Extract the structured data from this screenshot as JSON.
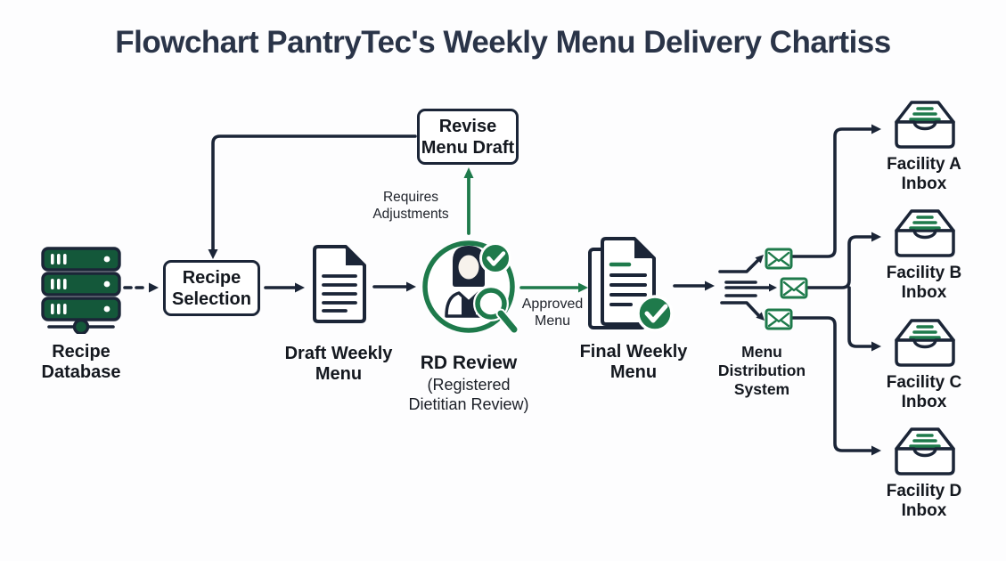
{
  "title": "Flowchart PantryTec's Weekly Menu Delivery Chartiss",
  "colors": {
    "line_navy": "#1b2537",
    "title_navy": "#2a3448",
    "accent_green": "#1e7a4b",
    "server_green_fill": "#14583a",
    "background": "#fdfdfe",
    "box_fill": "#ffffff"
  },
  "nodes": {
    "recipe_database": {
      "label": "Recipe\nDatabase"
    },
    "recipe_selection": {
      "label": "Recipe\nSelection"
    },
    "draft_weekly_menu": {
      "label": "Draft Weekly\nMenu"
    },
    "rd_review": {
      "label": "RD Review",
      "sublabel": "(Registered\nDietitian Review)"
    },
    "revise_menu_draft": {
      "label": "Revise\nMenu Draft"
    },
    "final_weekly_menu": {
      "label": "Final Weekly\nMenu"
    },
    "menu_distribution": {
      "label": "Menu\nDistribution\nSystem"
    },
    "facilities": [
      {
        "label": "Facility A\nInbox"
      },
      {
        "label": "Facility B\nInbox"
      },
      {
        "label": "Facility C\nInbox"
      },
      {
        "label": "Facility D\nInbox"
      }
    ]
  },
  "edges": {
    "requires_adjustments": "Requires\nAdjustments",
    "approved_menu": "Approved\nMenu"
  }
}
